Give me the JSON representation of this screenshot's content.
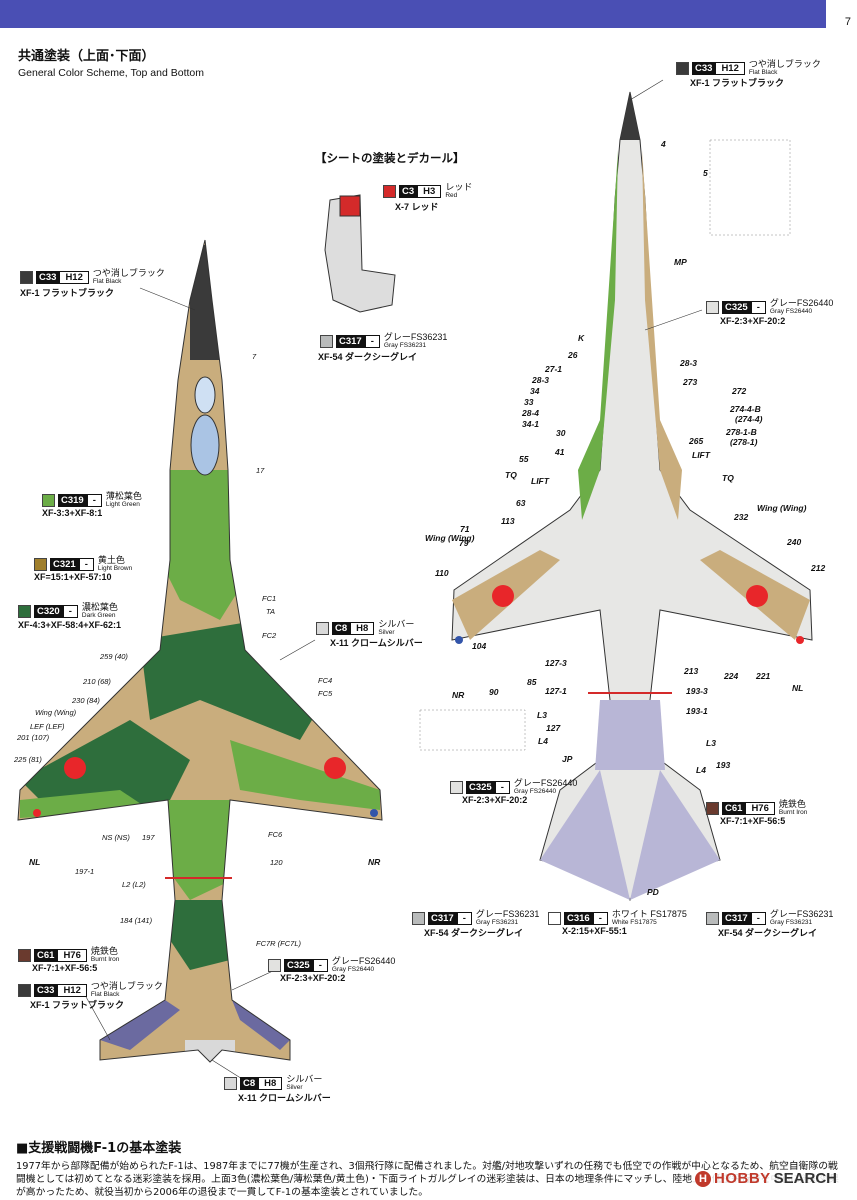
{
  "page": {
    "number": "7"
  },
  "title": {
    "jp": "共通塗装（上面･下面）",
    "en": "General Color Scheme, Top and Bottom"
  },
  "seat_title": "【シートの塗装とデカール】",
  "swatches": {
    "c33_top": {
      "c": "C33",
      "h": "H12",
      "jp": "つや消しブラック",
      "en": "Flat Black",
      "mix": "XF-1 フラットブラック",
      "color": "#3a3a3a"
    },
    "c3": {
      "c": "C3",
      "h": "H3",
      "jp": "レッド",
      "en": "Red",
      "mix": "X-7 レッド",
      "color": "#d42a2a"
    },
    "c317_seat": {
      "c": "C317",
      "h": "-",
      "jp": "グレーFS36231",
      "en": "Gray FS36231",
      "mix": "XF-54 ダークシーグレイ",
      "color": "#b9bbbb"
    },
    "c33_left": {
      "c": "C33",
      "h": "H12",
      "jp": "つや消しブラック",
      "en": "Flat Black",
      "mix": "XF-1 フラットブラック",
      "color": "#3a3a3a"
    },
    "c319": {
      "c": "C319",
      "h": "-",
      "jp": "薄松葉色",
      "en": "Light Green",
      "mix": "XF-3:3+XF-8:1",
      "color": "#6cad47"
    },
    "c321": {
      "c": "C321",
      "h": "-",
      "jp": "黄土色",
      "en": "Light Brown",
      "mix": "XF=15:1+XF-57:10",
      "color": "#a07f2c"
    },
    "c320": {
      "c": "C320",
      "h": "-",
      "jp": "濃松葉色",
      "en": "Dark Green",
      "mix": "XF-4:3+XF-58:4+XF-62:1",
      "color": "#2e6e3c"
    },
    "c8_left": {
      "c": "C8",
      "h": "H8",
      "jp": "シルバー",
      "en": "Silver",
      "mix": "X-11 クロームシルバー",
      "color": "#d9d9d9"
    },
    "c325_right": {
      "c": "C325",
      "h": "-",
      "jp": "グレーFS26440",
      "en": "Gray FS26440",
      "mix": "XF-2:3+XF-20:2",
      "color": "#e2e2e0"
    },
    "c325_mid": {
      "c": "C325",
      "h": "-",
      "jp": "グレーFS26440",
      "en": "Gray FS26440",
      "mix": "XF-2:3+XF-20:2",
      "color": "#e2e2e0"
    },
    "c61_right": {
      "c": "C61",
      "h": "H76",
      "jp": "焼鉄色",
      "en": "Burnt Iron",
      "mix": "XF-7:1+XF-56:5",
      "color": "#6a3a2e"
    },
    "c317_a": {
      "c": "C317",
      "h": "-",
      "jp": "グレーFS36231",
      "en": "Gray FS36231",
      "mix": "XF-54 ダークシーグレイ",
      "color": "#b9bbbb"
    },
    "c316": {
      "c": "C316",
      "h": "-",
      "jp": "ホワイト FS17875",
      "en": "White FS17875",
      "mix": "X-2:15+XF-55:1",
      "color": "#ffffff"
    },
    "c317_b": {
      "c": "C317",
      "h": "-",
      "jp": "グレーFS36231",
      "en": "Gray FS36231",
      "mix": "XF-54 ダークシーグレイ",
      "color": "#b9bbbb"
    },
    "c61_left": {
      "c": "C61",
      "h": "H76",
      "jp": "焼鉄色",
      "en": "Burnt Iron",
      "mix": "XF-7:1+XF-56:5",
      "color": "#6a3a2e"
    },
    "c33_bot": {
      "c": "C33",
      "h": "H12",
      "jp": "つや消しブラック",
      "en": "Flat Black",
      "mix": "XF-1 フラットブラック",
      "color": "#3a3a3a"
    },
    "c325_bot": {
      "c": "C325",
      "h": "-",
      "jp": "グレーFS26440",
      "en": "Gray FS26440",
      "mix": "XF-2:3+XF-20:2",
      "color": "#e2e2e0"
    },
    "c8_bot": {
      "c": "C8",
      "h": "H8",
      "jp": "シルバー",
      "en": "Silver",
      "mix": "X-11 クロームシルバー",
      "color": "#d9d9d9"
    }
  },
  "labels_top": {
    "l7": "7",
    "l17": "17",
    "fc1": "FC1",
    "ta": "TA",
    "fc2": "FC2",
    "fc4": "FC4",
    "fc5": "FC5",
    "l259": "259 (40)",
    "l210": "210 (68)",
    "l230": "230 (84)",
    "wing": "Wing (Wing)",
    "lef": "LEF (LEF)",
    "l201": "201 (107)",
    "l225": "225 (81)",
    "ns": "NS (NS)",
    "l197": "197",
    "fc6": "FC6",
    "l120": "120",
    "l1971": "197-1",
    "l2": "L2 (L2)",
    "l184": "184 (141)",
    "fc7r": "FC7R (FC7L)",
    "nl": "NL",
    "nr": "NR"
  },
  "labels_bot": {
    "l4": "4",
    "l5": "5",
    "mp": "MP",
    "k": "K",
    "l26": "26",
    "l271": "27-1",
    "l283": "28-3",
    "l34": "34",
    "l33": "33",
    "l284": "28-4",
    "l341": "34-1",
    "l30": "30",
    "l41": "41",
    "l283r": "28-3",
    "l273": "273",
    "l272": "272",
    "l274": "274-4-B",
    "l274b": "(274-4)",
    "l278": "278-1-B",
    "l278b": "(278-1)",
    "l265": "265",
    "lift_r": "LIFT",
    "lift_l": "LIFT",
    "l55": "55",
    "tq_l": "TQ",
    "tq_r": "TQ",
    "l63": "63",
    "l113": "113",
    "wing_l": "Wing (Wing)",
    "wing_r": "Wing (Wing)",
    "l71": "71",
    "l79": "79",
    "l110": "110",
    "l232": "232",
    "l240": "240",
    "l212": "212",
    "l104": "104",
    "l90": "90",
    "l1273": "127-3",
    "l85": "85",
    "l1271": "127-1",
    "l213": "213",
    "l224": "224",
    "l221": "221",
    "l1933": "193-3",
    "l1931": "193-1",
    "l3a": "L3",
    "l127": "127",
    "l4a": "L4",
    "l3b": "L3",
    "jp": "JP",
    "l4b": "L4",
    "l193": "193",
    "pd": "PD",
    "nr": "NR",
    "nl": "NL"
  },
  "section": {
    "title": "■支援戦闘機F-1の基本塗装",
    "body": "1977年から部隊配備が始められたF-1は、1987年までに77機が生産され、3個飛行隊に配備されました。対艦/対地攻撃いずれの任務でも低空での作戦が中心となるため、航空自衛隊の戦闘機としては初めてとなる迷彩塗装を採用。上面3色(濃松葉色/薄松葉色/黄土色)・下面ライトガルグレイの迷彩塗装は、日本の地理条件にマッチし、陸地上の低空飛行時を中心に迷彩効果が高かったため、就役当初から2006年の退役まで一貫してF-1の基本塗装とされていました。"
  },
  "logo": {
    "mark": "H",
    "text1": "HOBBY",
    "text2": "SEARCH"
  }
}
